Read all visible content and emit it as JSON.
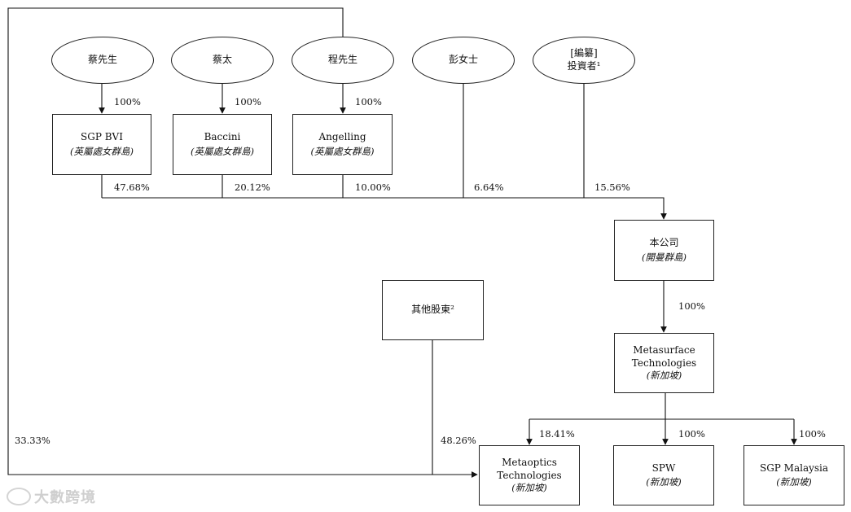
{
  "shareholders": {
    "cai_xiansheng": "蔡先生",
    "cai_tai": "蔡太",
    "cheng_xiansheng": "程先生",
    "peng_nvshi": "彭女士",
    "redacted_investor_line1": "[編纂]",
    "redacted_investor_line2": "投資者¹",
    "other_shareholders": "其他股東²"
  },
  "entities": {
    "sgp_bvi": {
      "name": "SGP BVI",
      "jurisdiction": "(英屬處女群島)"
    },
    "baccini": {
      "name": "Baccini",
      "jurisdiction": "(英屬處女群島)"
    },
    "angelling": {
      "name": "Angelling",
      "jurisdiction": "(英屬處女群島)"
    },
    "company": {
      "name": "本公司",
      "jurisdiction": "(開曼群島)"
    },
    "metasurface": {
      "name_line1": "Metasurface",
      "name_line2": "Technologies",
      "jurisdiction": "(新加坡)"
    },
    "metaoptics": {
      "name_line1": "Metaoptics",
      "name_line2": "Technologies",
      "jurisdiction": "(新加坡)"
    },
    "spw": {
      "name": "SPW",
      "jurisdiction": "(新加坡)"
    },
    "sgp_malaysia": {
      "name": "SGP Malaysia",
      "jurisdiction": "(新加坡)"
    }
  },
  "percentages": {
    "cai_to_sgp_bvi": "100%",
    "caitai_to_baccini": "100%",
    "cheng_to_angelling": "100%",
    "sgp_bvi_to_company": "47.68%",
    "baccini_to_company": "20.12%",
    "angelling_to_company": "10.00%",
    "peng_to_company": "6.64%",
    "investor_to_company": "15.56%",
    "company_to_metasurface": "100%",
    "metasurface_to_metaoptics": "18.41%",
    "metasurface_to_spw": "100%",
    "metasurface_to_sgp_malaysia": "100%",
    "cheng_to_metaoptics": "33.33%",
    "others_to_metaoptics": "48.26%"
  },
  "watermark": "大數跨境"
}
